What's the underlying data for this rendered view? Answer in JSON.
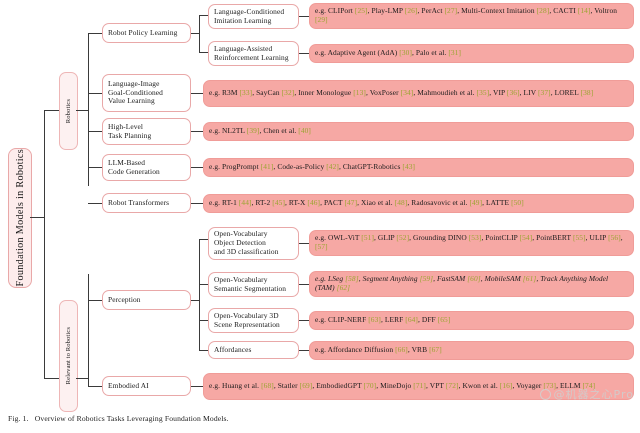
{
  "figure": {
    "caption_label": "Fig. 1.",
    "caption_text": "Overview of Robotics Tasks Leveraging Foundation Models.",
    "watermark": "@机器之心Pro"
  },
  "colors": {
    "example_box_fill": "#f6a8a4",
    "category_box_fill": "#ffffff",
    "box_border": "#e9a8a8",
    "root_fill": "#fdecec",
    "citation_text": "#9aa531",
    "line": "#3a3a3a"
  },
  "tree": {
    "root": "Foundation Models in Robotics",
    "branches": [
      {
        "label": "Robotics"
      },
      {
        "label": "Relevant to Robotics"
      }
    ]
  },
  "categories": {
    "robot_policy_learning": "Robot Policy Learning",
    "language_conditioned_imitation": "Language-Conditioned\nImitation Learning",
    "language_assisted_rl": "Language-Assisted\nReinforcement Learning",
    "language_image_value": "Language-Image\nGoal-Conditioned\nValue Learning",
    "high_level_task_planning": "High-Level\nTask Planning",
    "llm_based_code_generation": "LLM-Based\nCode Generation",
    "robot_transformers": "Robot Transformers",
    "perception": "Perception",
    "open_vocab_object_detection": "Open-Vocabulary\nObject Detection\nand 3D classification",
    "open_vocab_semantic_segmentation": "Open-Vocabulary\nSemantic Segmentation",
    "open_vocab_3d_scene": "Open-Vocabulary 3D\nScene Representation",
    "affordances": "Affordances",
    "embodied_ai": "Embodied AI"
  },
  "examples": {
    "imitation_learning": "e.g. CLIPort [25], Play-LMP [26], PerAct [27], Multi-Context Imitation [28], CACTI [14], Voltron [29]",
    "reinforcement_learning": "e.g. Adaptive Agent (AdA) [30], Palo et al. [31]",
    "value_learning": "e.g. R3M [33], SayCan [32], Inner Monologue [13], VoxPoser [34], Mahmoudieh et al. [35], VIP [36], LIV [37], LOREL [38]",
    "task_planning": "e.g. NL2TL [39], Chen et al. [40]",
    "code_generation": "e.g. ProgPrompt [41], Code-as-Policy [42], ChatGPT-Robotics [43]",
    "robot_transformers": "e.g. RT-1 [44], RT-2 [45], RT-X [46], PACT [47], Xiao et al. [48], Radosavovic et al. [49], LATTE [50]",
    "object_detection": "e.g. OWL-ViT [51], GLIP [52], Grounding DINO [53], PointCLIP [54], PointBERT [55], ULIP [56], [57]",
    "semantic_segmentation": "e.g. LSeg [58], Segment Anything [59], FastSAM [60], MobileSAM [61], Track Anything Model (TAM) [62]",
    "scene_representation": "e.g. CLIP-NERF [63], LERF [64], DFF [65]",
    "affordances": "e.g. Affordance Diffusion [66], VRB [67]",
    "embodied_ai": "e.g. Huang et al. [68], Statler [69], EmbodiedGPT [70], MineDojo [71], VPT [72], Kwon et al. [16], Voyager [73], ELLM [74]"
  }
}
